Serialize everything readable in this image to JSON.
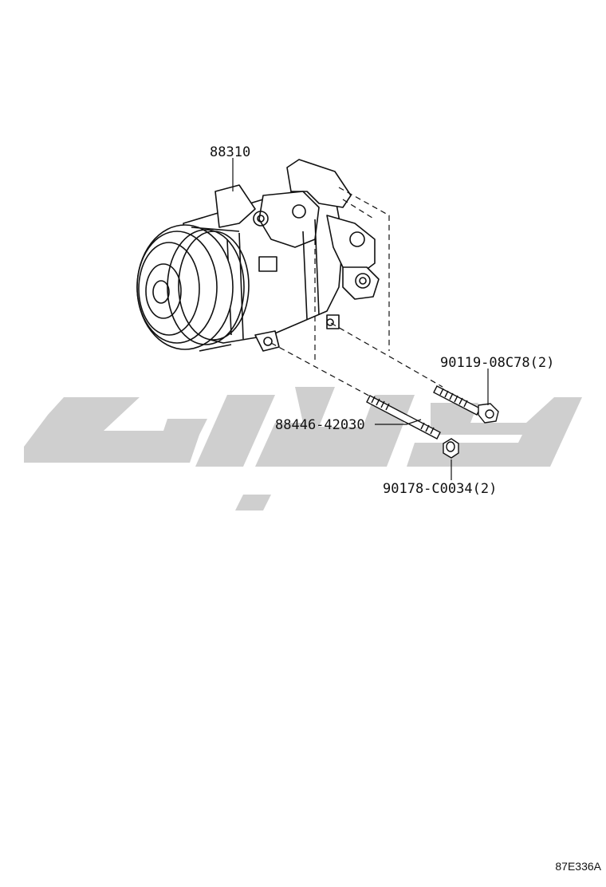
{
  "diagram": {
    "parts": [
      {
        "id": "compressor",
        "number": "88310"
      },
      {
        "id": "mounting-bolt",
        "number": "90119-08C78",
        "qty": "(2)"
      },
      {
        "id": "stud-bolt",
        "number": "88446-42030"
      },
      {
        "id": "nut",
        "number": "90178-C0034",
        "qty": "(2)"
      }
    ],
    "reference_code": "87E336A",
    "watermark_icon": "arabic-script-logo-watermark",
    "colors": {
      "line": "#111111",
      "watermark": "#cfcfcf"
    }
  }
}
